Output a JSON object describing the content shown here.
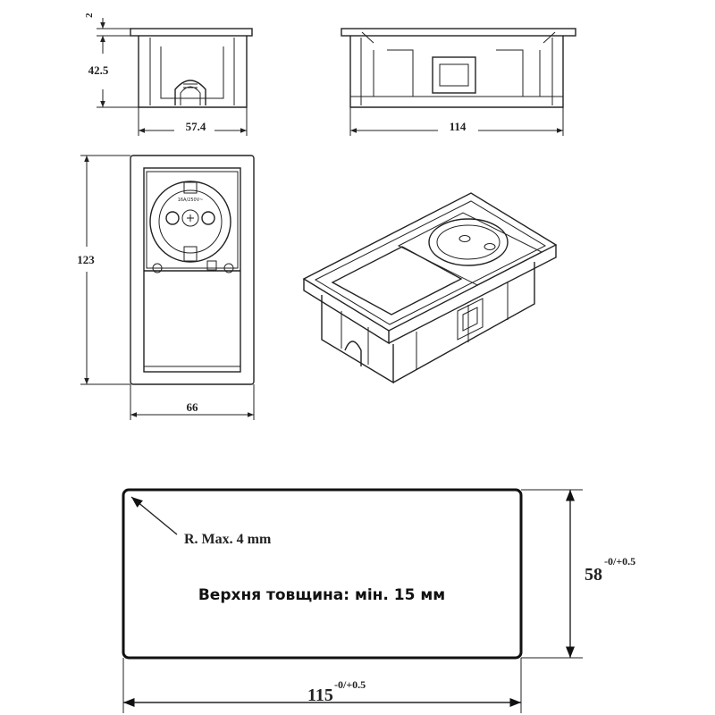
{
  "dimensions": {
    "side_top_thickness": "2",
    "side_height": "42.5",
    "side_width": "57.4",
    "front_width": "114",
    "top_height": "123",
    "top_width": "66"
  },
  "cutout": {
    "radius_note": "R. Max. 4 mm",
    "thickness_note": "Верхня товщина: мін. 15 мм",
    "height_value": "58",
    "height_tolerance": "-0/+0.5",
    "width_value": "115",
    "width_tolerance": "-0/+0.5"
  },
  "socket_rating": "16A/250V~"
}
